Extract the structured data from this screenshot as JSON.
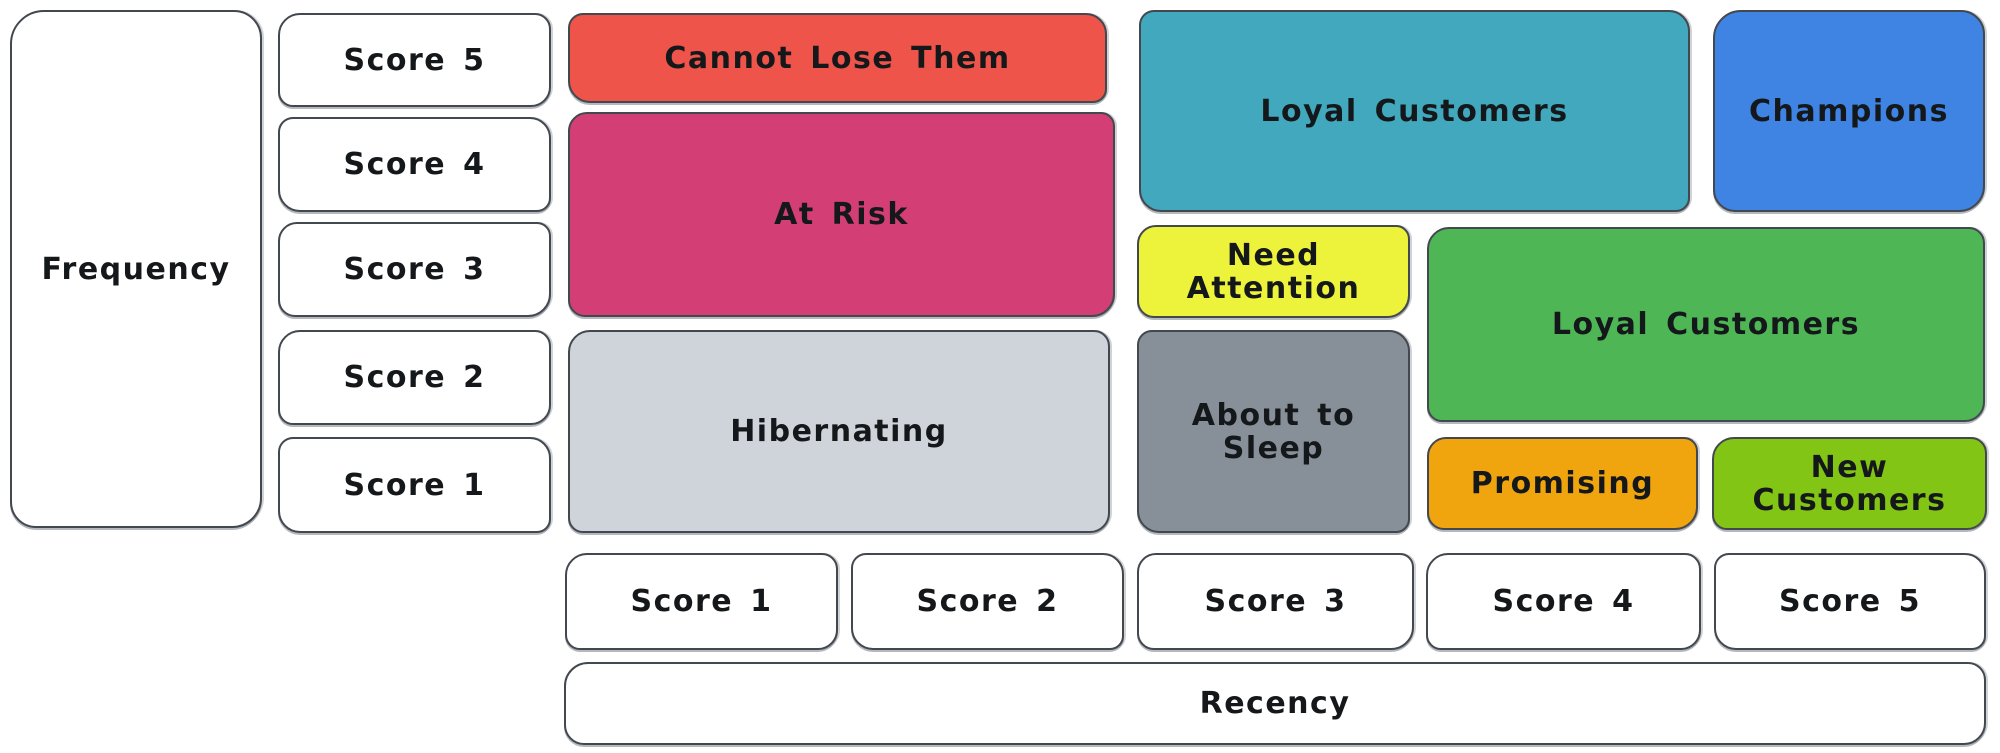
{
  "axes": {
    "frequency_label": "Frequency",
    "recency_label": "Recency",
    "frequency_scores": [
      "Score 5",
      "Score 4",
      "Score 3",
      "Score 2",
      "Score 1"
    ],
    "recency_scores": [
      "Score 1",
      "Score 2",
      "Score 3",
      "Score 4",
      "Score 5"
    ]
  },
  "segments": {
    "cannot_lose_them": {
      "label": "Cannot Lose Them",
      "color": "#ee5449"
    },
    "at_risk": {
      "label": "At Risk",
      "color": "#d33f75"
    },
    "hibernating": {
      "label": "Hibernating",
      "color": "#ced4da"
    },
    "loyal_customers_top": {
      "label": "Loyal Customers",
      "color": "#41a8bd"
    },
    "champions": {
      "label": "Champions",
      "color": "#3f83e3"
    },
    "need_attention": {
      "label": "Need Attention",
      "color": "#edf23a"
    },
    "loyal_customers_right": {
      "label": "Loyal Customers",
      "color": "#4fb656"
    },
    "about_to_sleep": {
      "label": "About to Sleep",
      "color": "#878f98"
    },
    "promising": {
      "label": "Promising",
      "color": "#f0a50e"
    },
    "new_customers": {
      "label": "New Customers",
      "color": "#83c515"
    }
  },
  "style": {
    "stroke_color": "#43484f",
    "text_color": "#15181b",
    "axis_fill": "#ffffff"
  }
}
